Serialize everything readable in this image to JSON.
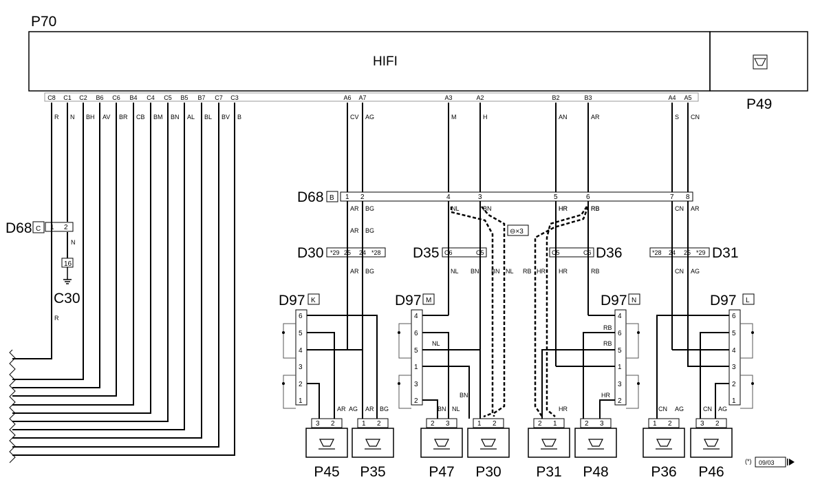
{
  "main": {
    "ref": "P70",
    "label": "HIFI"
  },
  "aux": {
    "ref": "P49"
  },
  "top_pins": [
    {
      "pin": "C8",
      "wire": "R"
    },
    {
      "pin": "C1",
      "wire": "N"
    },
    {
      "pin": "C2",
      "wire": "BH"
    },
    {
      "pin": "B6",
      "wire": "AV"
    },
    {
      "pin": "C6",
      "wire": "BR"
    },
    {
      "pin": "B4",
      "wire": "CB"
    },
    {
      "pin": "C4",
      "wire": "BM"
    },
    {
      "pin": "C5",
      "wire": "BN"
    },
    {
      "pin": "B5",
      "wire": "AL"
    },
    {
      "pin": "B7",
      "wire": "BL"
    },
    {
      "pin": "C7",
      "wire": "BV"
    },
    {
      "pin": "C3",
      "wire": "B"
    },
    {
      "pin": "A6",
      "wire": "CV"
    },
    {
      "pin": "A7",
      "wire": "AG"
    },
    {
      "pin": "A3",
      "wire": "M"
    },
    {
      "pin": "A2",
      "wire": "H"
    },
    {
      "pin": "B2",
      "wire": "AN"
    },
    {
      "pin": "B3",
      "wire": "AR"
    },
    {
      "pin": "A4",
      "wire": "S"
    },
    {
      "pin": "A5",
      "wire": "CN"
    }
  ],
  "d68b": {
    "ref": "D68",
    "tag": "B",
    "pins": [
      "1",
      "2",
      "4",
      "3",
      "5",
      "6",
      "7",
      "8"
    ],
    "wires": [
      "AR",
      "BG",
      "NL",
      "BN",
      "HR",
      "RB",
      "CN",
      "AR"
    ]
  },
  "d68c": {
    "ref": "D68",
    "tag": "C",
    "pins": [
      "1",
      "2"
    ],
    "wire": "N"
  },
  "c30": {
    "ref": "C30",
    "pin": "16",
    "wire": "R"
  },
  "shield_label": "⊖×3",
  "d30": {
    "ref": "D30",
    "pins": [
      "*29",
      "25",
      "24",
      "*28"
    ],
    "wires": [
      "AR",
      "BG"
    ]
  },
  "d35": {
    "ref": "D35",
    "pins": [
      "C6",
      "C5"
    ],
    "wires": [
      "NL",
      "BN",
      "BN",
      "NL"
    ]
  },
  "d36": {
    "ref": "D36",
    "pins": [
      "C5",
      "C6"
    ],
    "wires": [
      "RB",
      "HR",
      "HR",
      "RB"
    ]
  },
  "d31": {
    "ref": "D31",
    "pins": [
      "*28",
      "24",
      "25",
      "*29"
    ],
    "wires": [
      "CN",
      "AG"
    ]
  },
  "d97": [
    {
      "ref": "D97",
      "tag": "K",
      "pins": [
        "6",
        "5",
        "4",
        "3",
        "2",
        "1"
      ]
    },
    {
      "ref": "D97",
      "tag": "M",
      "pins": [
        "4",
        "6",
        "5",
        "1",
        "3",
        "2"
      ]
    },
    {
      "ref": "D97",
      "tag": "N",
      "pins": [
        "4",
        "6",
        "5",
        "1",
        "3",
        "2"
      ]
    },
    {
      "ref": "D97",
      "tag": "L",
      "pins": [
        "6",
        "5",
        "4",
        "3",
        "2",
        "1"
      ]
    }
  ],
  "inner_wires": {
    "m": [
      "NL",
      "BN",
      "BN",
      "NL"
    ],
    "n": [
      "RB",
      "RB",
      "HR",
      "HR"
    ],
    "k": [
      "AR",
      "AG",
      "AR",
      "BG"
    ],
    "l": [
      "CN",
      "AG",
      "CN",
      "AG"
    ]
  },
  "speakers": [
    {
      "ref": "P45",
      "pins": [
        "3",
        "2"
      ]
    },
    {
      "ref": "P35",
      "pins": [
        "1",
        "2"
      ]
    },
    {
      "ref": "P47",
      "pins": [
        "2",
        "3"
      ]
    },
    {
      "ref": "P30",
      "pins": [
        "1",
        "2"
      ]
    },
    {
      "ref": "P31",
      "pins": [
        "2",
        "1"
      ]
    },
    {
      "ref": "P48",
      "pins": [
        "2",
        "3"
      ]
    },
    {
      "ref": "P36",
      "pins": [
        "1",
        "2"
      ]
    },
    {
      "ref": "P46",
      "pins": [
        "3",
        "2"
      ]
    }
  ],
  "footer": {
    "note": "(*)",
    "date": "09/03"
  }
}
